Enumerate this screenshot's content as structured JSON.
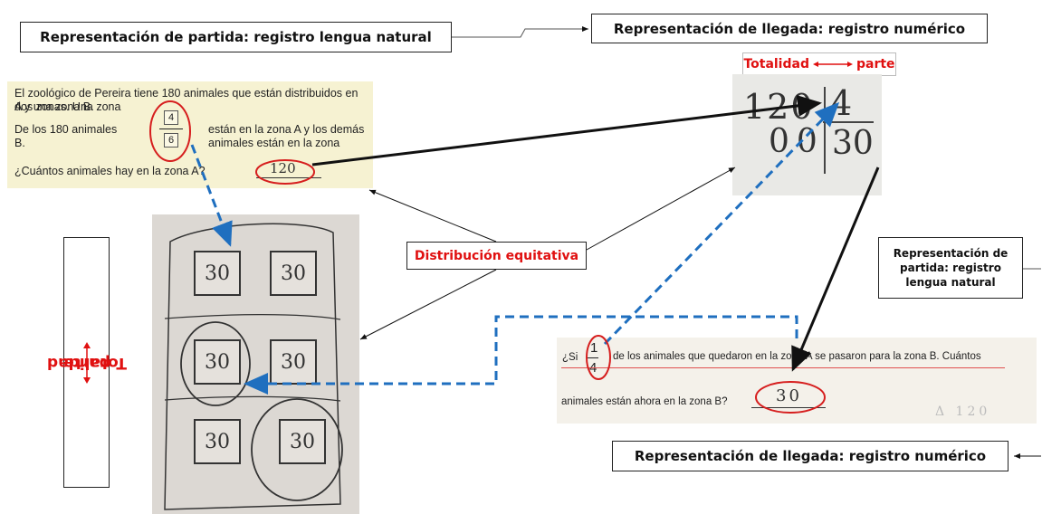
{
  "labels": {
    "start_top": "Representación de partida: registro lengua natural",
    "arrival_top": "Representación de llegada: registro numérico",
    "totality_part_top": "Totalidad",
    "totality_part_top_right": "parte",
    "distribution": "Distribución equitativa",
    "start_right": "Representación de partida: registro lengua natural",
    "arrival_bottom": "Representación de llegada: registro numérico",
    "vertical_left": "Totalidad",
    "vertical_right": "parte"
  },
  "problem1": {
    "line1": "El zoológico de Pereira tiene 180 animales que están distribuidos en dos zonas. Una zona",
    "line2": "A y una zona B.",
    "line3a": "De los 180 animales",
    "frac_num": "4",
    "frac_den": "6",
    "line3b": "están en la zona A y los demás animales están en la zona",
    "line4": "B.",
    "question": "¿Cuántos animales hay en la zona A?",
    "answer": "120"
  },
  "calculation": {
    "dividend": "120",
    "divisor": "4",
    "remainder": "00",
    "quotient": "30"
  },
  "tally": {
    "cells": [
      "30",
      "30",
      "30",
      "30",
      "30",
      "30"
    ]
  },
  "problem2": {
    "si": "¿Si",
    "frac_num": "1",
    "frac_den": "4",
    "line1": "de los animales que quedaron en la zona A se pasaron para la zona B. Cuántos",
    "line2": "animales están ahora en la zona B?",
    "answer": "30",
    "margin_note": "Δ 120"
  },
  "colors": {
    "red_accent": "#e01010",
    "blue_dashed": "#1f6fbf",
    "black": "#111111"
  }
}
